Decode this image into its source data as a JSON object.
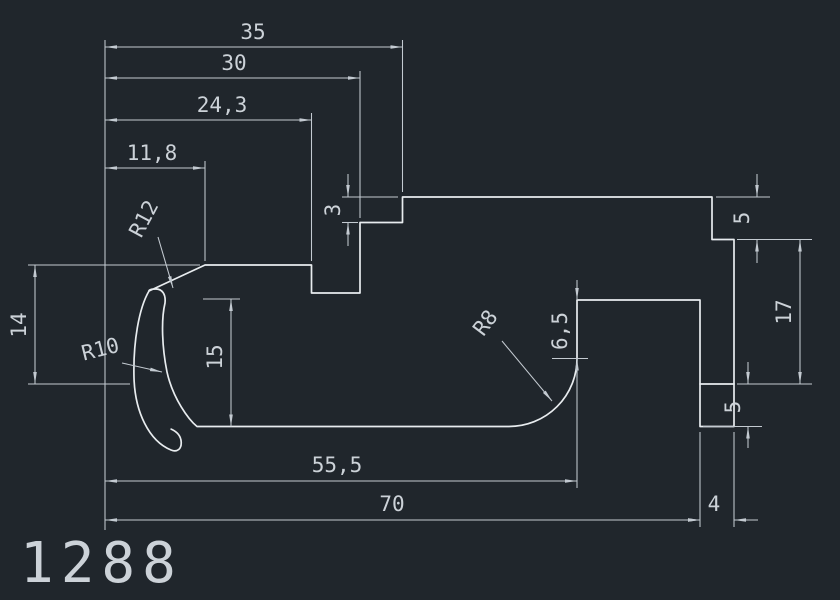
{
  "drawing": {
    "part_number": "1288",
    "colors": {
      "background": "#20262c",
      "profile_line": "#e8ecef",
      "dimension_line": "#c3cad1",
      "text": "#ccd2d8"
    },
    "dimensions": {
      "width_35": "35",
      "width_30": "30",
      "width_24_3": "24,3",
      "width_11_8": "11,8",
      "depth_3": "3",
      "step_5_top": "5",
      "height_17": "17",
      "height_14": "14",
      "radius_12": "R12",
      "radius_10": "R10",
      "height_15": "15",
      "radius_8": "R8",
      "height_6_5": "6,5",
      "height_5_bottom": "5",
      "width_55_5": "55,5",
      "width_70": "70",
      "width_4": "4"
    }
  }
}
